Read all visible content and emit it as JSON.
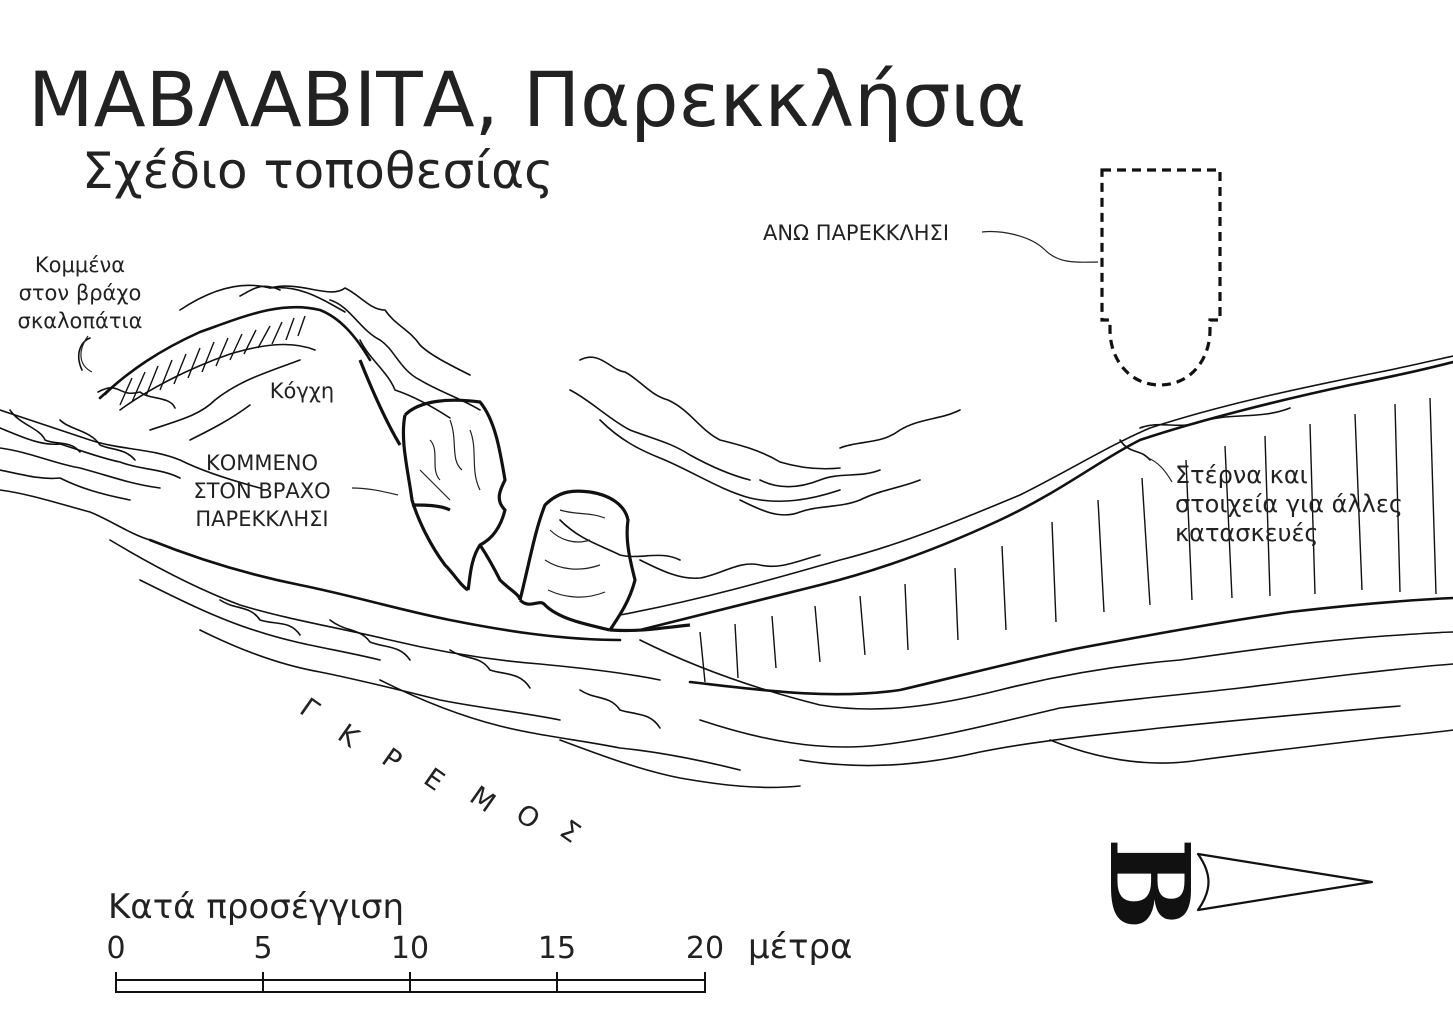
{
  "title": "ΜΑΒΛΑΒΙΤΑ, Παρεκκλήσια",
  "subtitle": "Σχέδιο τοποθεσίας",
  "labels": {
    "steps_line1": "Κομμένα",
    "steps_line2": "στον βράχο",
    "steps_line3": "σκαλοπάτια",
    "niche": "Κόγχη",
    "chapel_line1": "ΚΟΜΜΕΝΟ",
    "chapel_line2": "ΣΤΟΝ ΒΡΑΧΟ",
    "chapel_line3": "ΠΑΡΕΚΚΛΗΣΙ",
    "upper_chapel": "ΑΝΩ ΠΑΡΕΚΚΛΗΣΙ",
    "cistern_line1": "Στέρνα και",
    "cistern_line2": "στοιχεία για άλλες",
    "cistern_line3": "κατασκευές",
    "cliff": [
      "Γ",
      "Κ",
      "Ρ",
      "Ε",
      "Μ",
      "Ο",
      "Σ"
    ]
  },
  "scale": {
    "title": "Κατά προσέγγιση",
    "ticks": [
      "0",
      "5",
      "10",
      "15",
      "20"
    ],
    "unit": "μέτρα"
  },
  "north": {
    "letter": "B"
  },
  "colors": {
    "ink": "#111111",
    "background": "#ffffff"
  }
}
